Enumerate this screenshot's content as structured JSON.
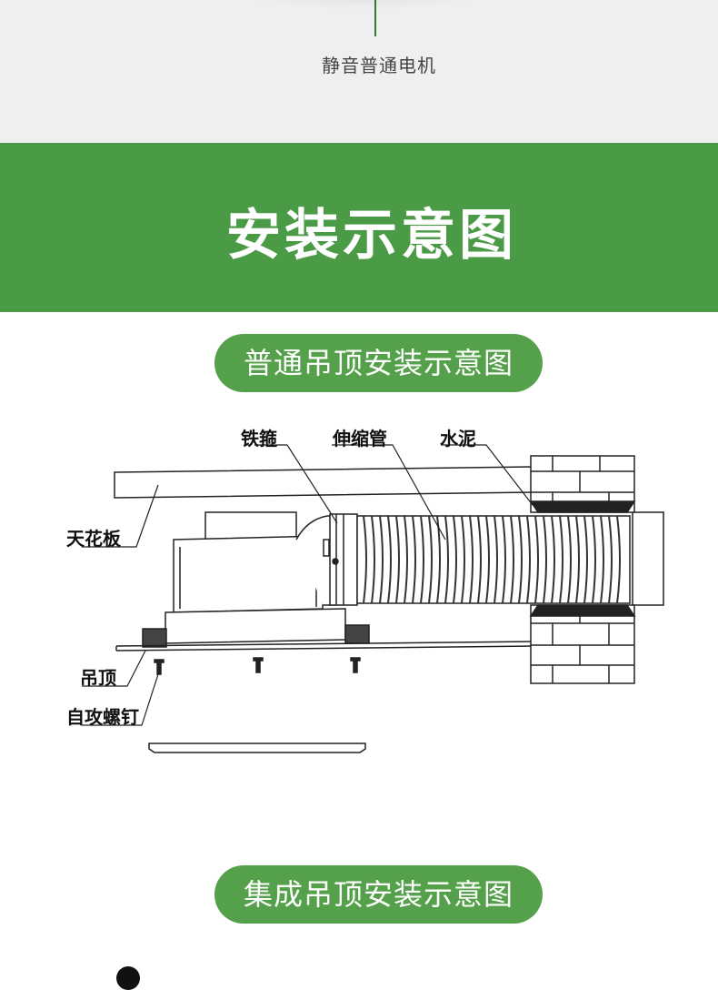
{
  "header": {
    "motor_caption": "静音普通电机",
    "title": "安装示意图"
  },
  "sections": [
    {
      "pill_label": "普通吊顶安装示意图"
    },
    {
      "pill_label": "集成吊顶安装示意图"
    }
  ],
  "diagram": {
    "labels": {
      "hoop": "铁箍",
      "flex_pipe": "伸缩管",
      "cement": "水泥",
      "ceiling_board": "天花板",
      "suspended_ceiling": "吊顶",
      "self_tapping_screw": "自攻螺钉"
    }
  },
  "colors": {
    "accent_green": "#4a9a46",
    "pill_green": "#55a04a",
    "top_band": "#efefef"
  }
}
